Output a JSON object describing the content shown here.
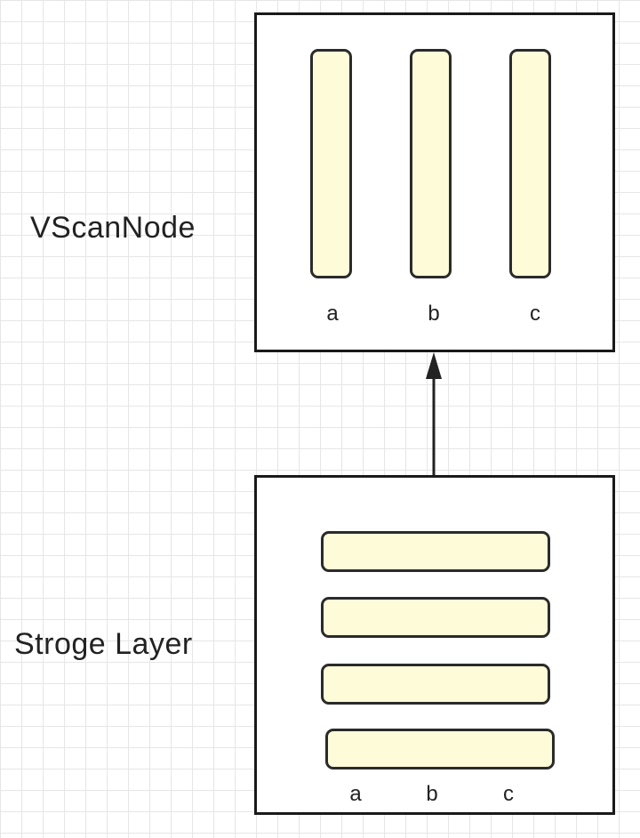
{
  "labels": {
    "top_node": "VScanNode",
    "bottom_node": "Stroge Layer"
  },
  "vscan_node": {
    "columns": [
      "a",
      "b",
      "c"
    ]
  },
  "storage_layer": {
    "row_count": 4,
    "columns": [
      "a",
      "b",
      "c"
    ]
  },
  "colors": {
    "bar_fill": "#fdfbd8",
    "outline": "#1a1a1a",
    "grid": "#e6e6e6",
    "arrow": "#222222"
  },
  "icons": {
    "connector": "arrow-up-icon"
  }
}
